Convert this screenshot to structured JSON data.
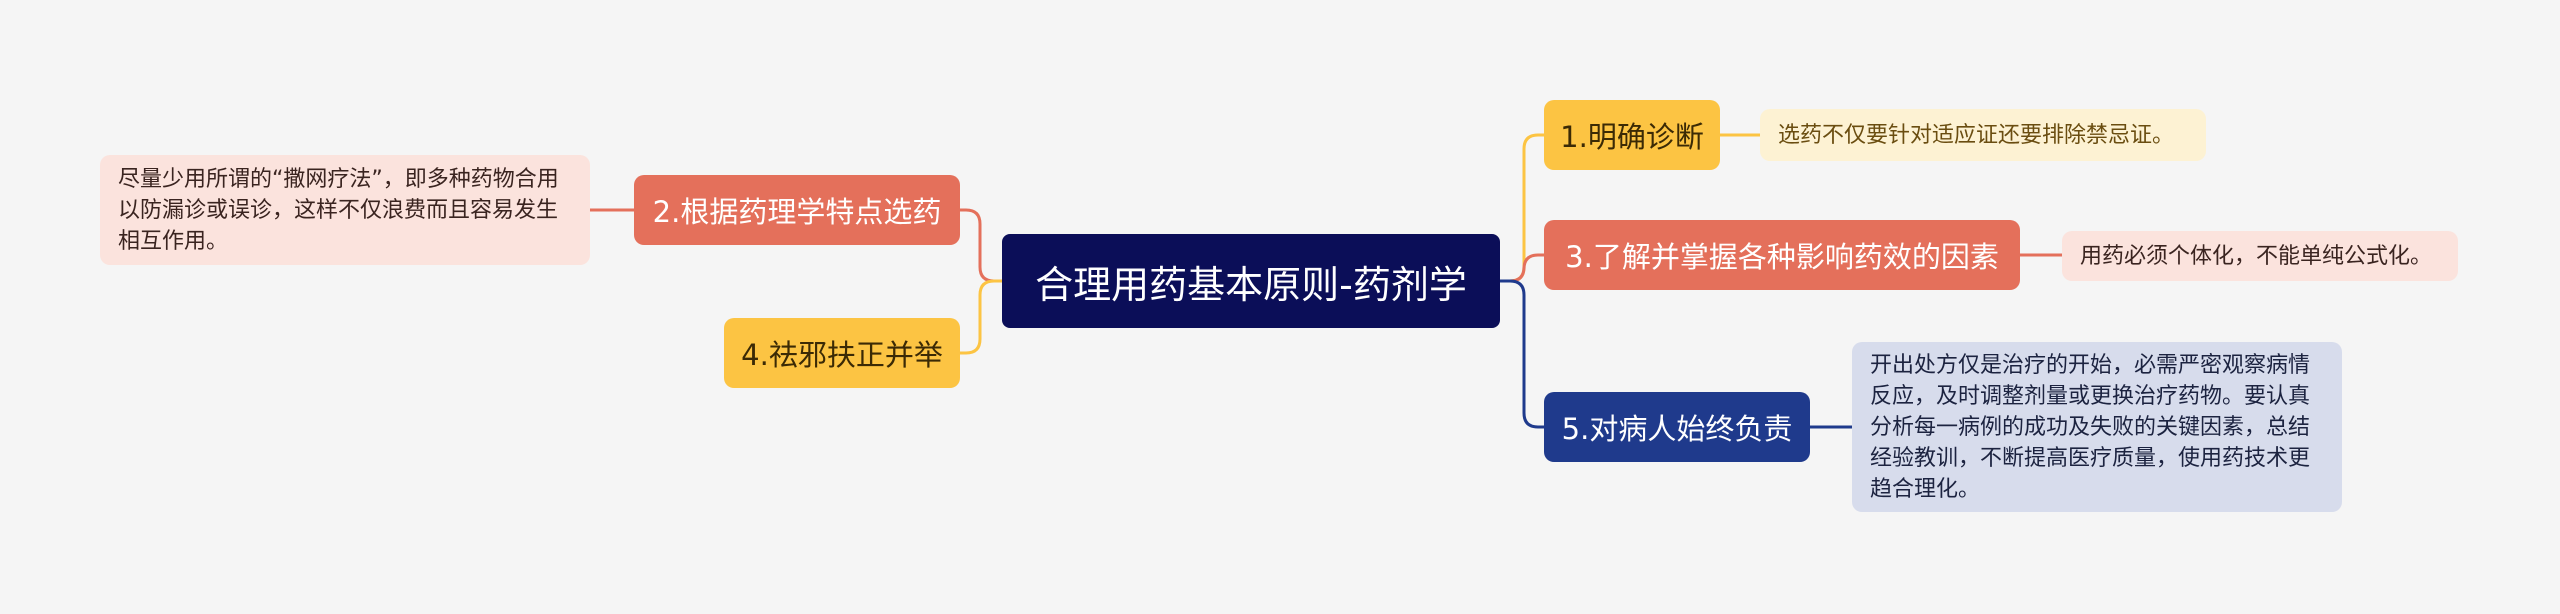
{
  "root": {
    "title": "合理用药基本原则-药剂学"
  },
  "branches": [
    {
      "id": "b1",
      "label": "1.明确诊断",
      "color": "#fcc443",
      "leaf": "选药不仅要针对适应证还要排除禁忌证。"
    },
    {
      "id": "b2",
      "label": "2.根据药理学特点选药",
      "color": "#e4705b",
      "leaf": "尽量少用所谓的“撒网疗法”，即多种药物合用以防漏诊或误诊，这样不仅浪费而且容易发生相互作用。"
    },
    {
      "id": "b3",
      "label": "3.了解并掌握各种影响药效的因素",
      "color": "#e4705b",
      "leaf": "用药必须个体化，不能单纯公式化。"
    },
    {
      "id": "b4",
      "label": "4.祛邪扶正并举",
      "color": "#fcc443",
      "leaf": ""
    },
    {
      "id": "b5",
      "label": "5.对病人始终负责",
      "color": "#1f3a8c",
      "leaf": "开出处方仅是治疗的开始，必需严密观察病情反应，及时调整剂量或更换治疗药物。要认真分析每一病例的成功及失败的关键因素，总结经验教训，不断提高医疗质量，使用药技术更趋合理化。"
    }
  ],
  "colors": {
    "background": "#f5f5f5",
    "root": "#0b0e58",
    "yellow": "#fcc443",
    "red": "#e4705b",
    "blue": "#1f3a8c"
  }
}
